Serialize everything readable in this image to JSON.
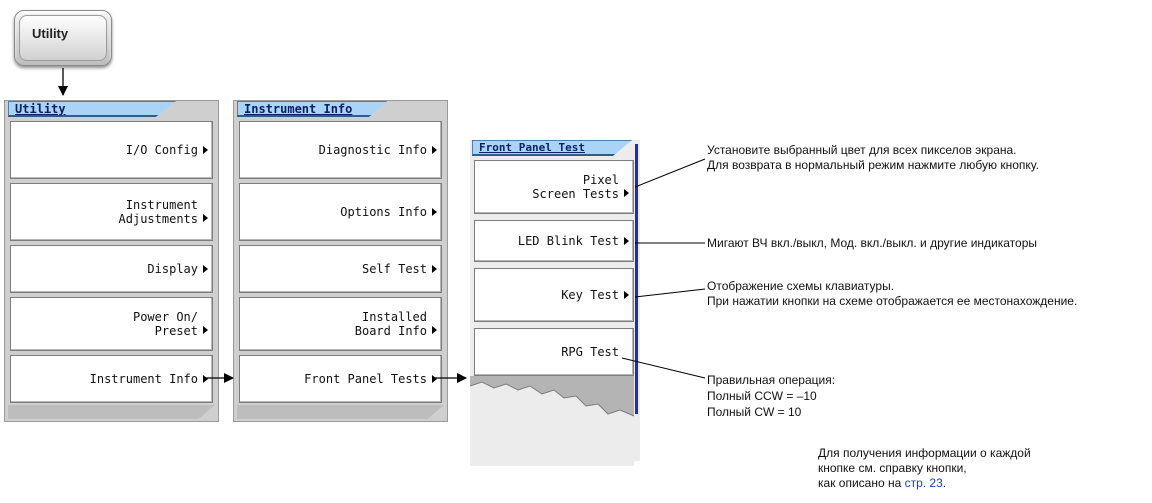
{
  "hardkey": {
    "label": "Utility"
  },
  "utility_menu": {
    "title": "Utility",
    "keys": [
      {
        "line1": "I/O Config"
      },
      {
        "line1": "Instrument",
        "line2": "Adjustments"
      },
      {
        "line1": "Display"
      },
      {
        "line1": "Power On/",
        "line2": "Preset"
      },
      {
        "line1": "Instrument Info"
      }
    ]
  },
  "instrument_info_menu": {
    "title": "Instrument Info",
    "keys": [
      {
        "line1": "Diagnostic Info"
      },
      {
        "line1": "Options Info"
      },
      {
        "line1": "Self Test"
      },
      {
        "line1": "Installed",
        "line2": "Board Info"
      },
      {
        "line1": "Front Panel Tests"
      }
    ]
  },
  "front_panel_menu": {
    "title": "Front Panel Test",
    "keys": [
      {
        "line1": "Pixel",
        "line2": "Screen Tests"
      },
      {
        "line1": "LED Blink Test"
      },
      {
        "line1": "Key Test"
      },
      {
        "line1": "RPG Test"
      }
    ]
  },
  "annotations": {
    "pixel": [
      "Установите выбранный цвет для всех пикселов экрана.",
      "Для возврата в нормальный режим нажмите любую кнопку."
    ],
    "led": [
      "Мигают ВЧ вкл./выкл, Мод. вкл./выкл. и другие индикаторы"
    ],
    "key": [
      "Отображение схемы клавиатуры.",
      "При нажатии кнопки на схеме отображается ее местонахождение."
    ],
    "rpg": [
      "Правильная операция:",
      "Полный CCW = –10",
      "Полный CW = 10"
    ],
    "help": [
      "Для получения информации о каждой",
      "кнопке см. справку кнопки,",
      "как описано на "
    ],
    "help_link": "стр. 23",
    "help_end": "."
  }
}
